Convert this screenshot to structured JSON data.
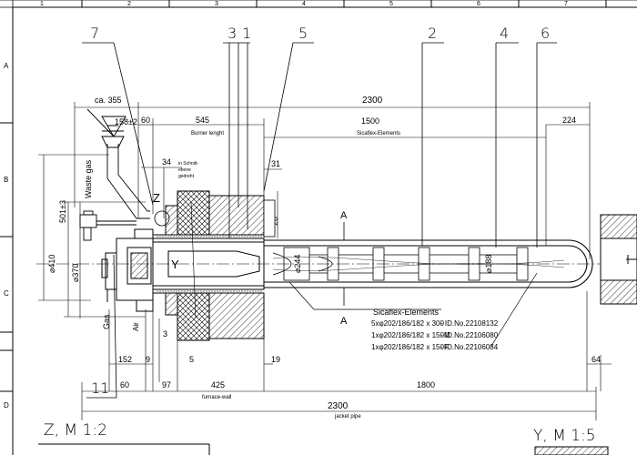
{
  "grid": {
    "columns": [
      "1",
      "2",
      "3",
      "4",
      "5",
      "6",
      "7"
    ],
    "rows": [
      "A",
      "B",
      "C",
      "D"
    ]
  },
  "balloons": {
    "b7": "7",
    "b3": "3",
    "b1": "1",
    "b5": "5",
    "b2": "2",
    "b4": "4",
    "b6": "6",
    "b11": "11"
  },
  "dimensions": {
    "ca355": "ca. 355",
    "d158": "158±2",
    "d60top": "60",
    "d545": "545",
    "burner_length": "Burner lenght",
    "d2300top": "2300",
    "d1500": "1500",
    "sicaflex_elements_top": "Sicaflex-Elements",
    "d224": "224",
    "d34": "34",
    "cut_note_1": "in Schnitt-",
    "cut_note_2": "ebene",
    "cut_note_3": "gedreht",
    "d31": "31",
    "d20": "20",
    "d501": "501±3",
    "d410": "⌀410",
    "d370": "⌀370",
    "d244": "⌀244",
    "d188": "⌀188",
    "d152": "152",
    "d9": "9",
    "d3": "3",
    "d5": "5",
    "d19": "19",
    "d64": "64",
    "d60bot": "60",
    "d97": "97",
    "d425": "425",
    "d1800": "1800",
    "d2300bot": "2300",
    "furnace_wall": "furnace-wall",
    "jacket_pipe": "jacket pipe"
  },
  "labels": {
    "waste_gas": "Waste gas",
    "gas": "Gas",
    "air": "Air",
    "section_a_top": "A",
    "section_a_bot": "A",
    "z_marker": "Z",
    "y_marker": "Y"
  },
  "element_list": {
    "heading": "Sicaflex-Elements",
    "rows": [
      {
        "spec": "5xφ202/186/182 x 300",
        "id": "- ID.No.22108132"
      },
      {
        "spec": "1xφ202/186/182 x 150M",
        "id": "- ID.No.22106080"
      },
      {
        "spec": "1xφ202/186/182 x 150F",
        "id": "- ID.No.22106084"
      }
    ]
  },
  "details": {
    "z_title": "Z, M 1:2",
    "y_title": "Y, M 1:5"
  }
}
